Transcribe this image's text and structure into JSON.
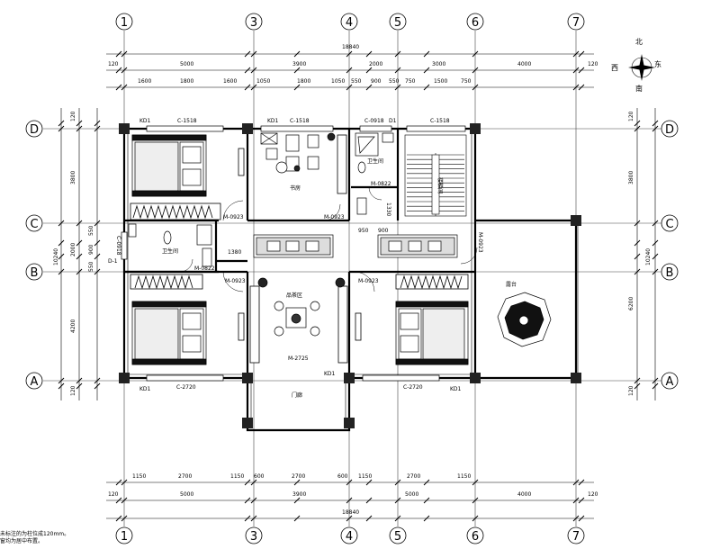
{
  "axes": {
    "vertical": [
      "1",
      "3",
      "4",
      "5",
      "6",
      "7"
    ],
    "horizontal": [
      "D",
      "C",
      "B",
      "A"
    ]
  },
  "dims": {
    "top_total": "18840",
    "top_main": [
      "120",
      "5000",
      "3900",
      "2000",
      "3000",
      "4000",
      "120"
    ],
    "top_detail": [
      "1600",
      "1800",
      "1600",
      "1050",
      "1800",
      "1050",
      "550",
      "900",
      "550",
      "750",
      "1500",
      "750"
    ],
    "bottom_detail": [
      "1150",
      "2700",
      "1150",
      "600",
      "2700",
      "600",
      "1150",
      "2700",
      "1150"
    ],
    "bottom_main": [
      "120",
      "5000",
      "3900",
      "5000",
      "4000",
      "120"
    ],
    "bottom_total": "18840",
    "left_outer": "10240",
    "left_main": [
      "120",
      "3800",
      "2000",
      "4200",
      "120"
    ],
    "left_detail": [
      "550",
      "900",
      "550"
    ],
    "right_outer": "10240",
    "right_main": [
      "120",
      "3800",
      "6200",
      "120"
    ]
  },
  "rooms": {
    "study": "书房",
    "bath_top": "卫生间",
    "stair": "楼梯间",
    "bath_left": "卫生间",
    "tea": "品茶区",
    "terrace": "露台",
    "entry": "门廊"
  },
  "labels": {
    "kd1": "KD1",
    "c1518": "C-1518",
    "c0918": "C-0918",
    "c2720": "C-2720",
    "m0923": "M-0923",
    "m0822": "M-0822",
    "m2725": "M-2725",
    "d1": "D1",
    "d1b": "D-1",
    "c0918v": "C-0918",
    "num1380": "1380",
    "num1330": "1330",
    "num950": "950",
    "num900": "900"
  },
  "compass": {
    "n": "北",
    "s": "南",
    "e": "东",
    "w": "西"
  },
  "notes": [
    "未标注的为柱位成120mm。",
    "窗均为居中布置。"
  ]
}
